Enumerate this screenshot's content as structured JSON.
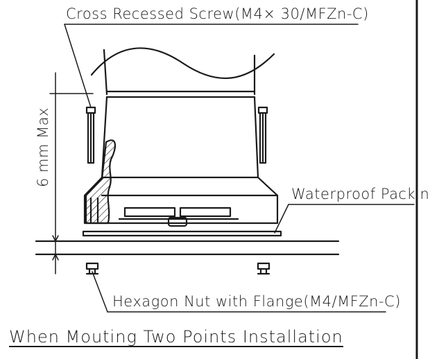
{
  "labels": {
    "screw": "Cross Recessed Screw(M4× 30/MFZn-C)",
    "packing": "Waterproof Packing",
    "nut": "Hexagon Nut with Flange(M4/MFZn-C)",
    "dimension": "6 mm Max",
    "title": "When Mouting Two Points Installation"
  },
  "colors": {
    "line": "#1a1a1a",
    "background": "#ffffff"
  }
}
